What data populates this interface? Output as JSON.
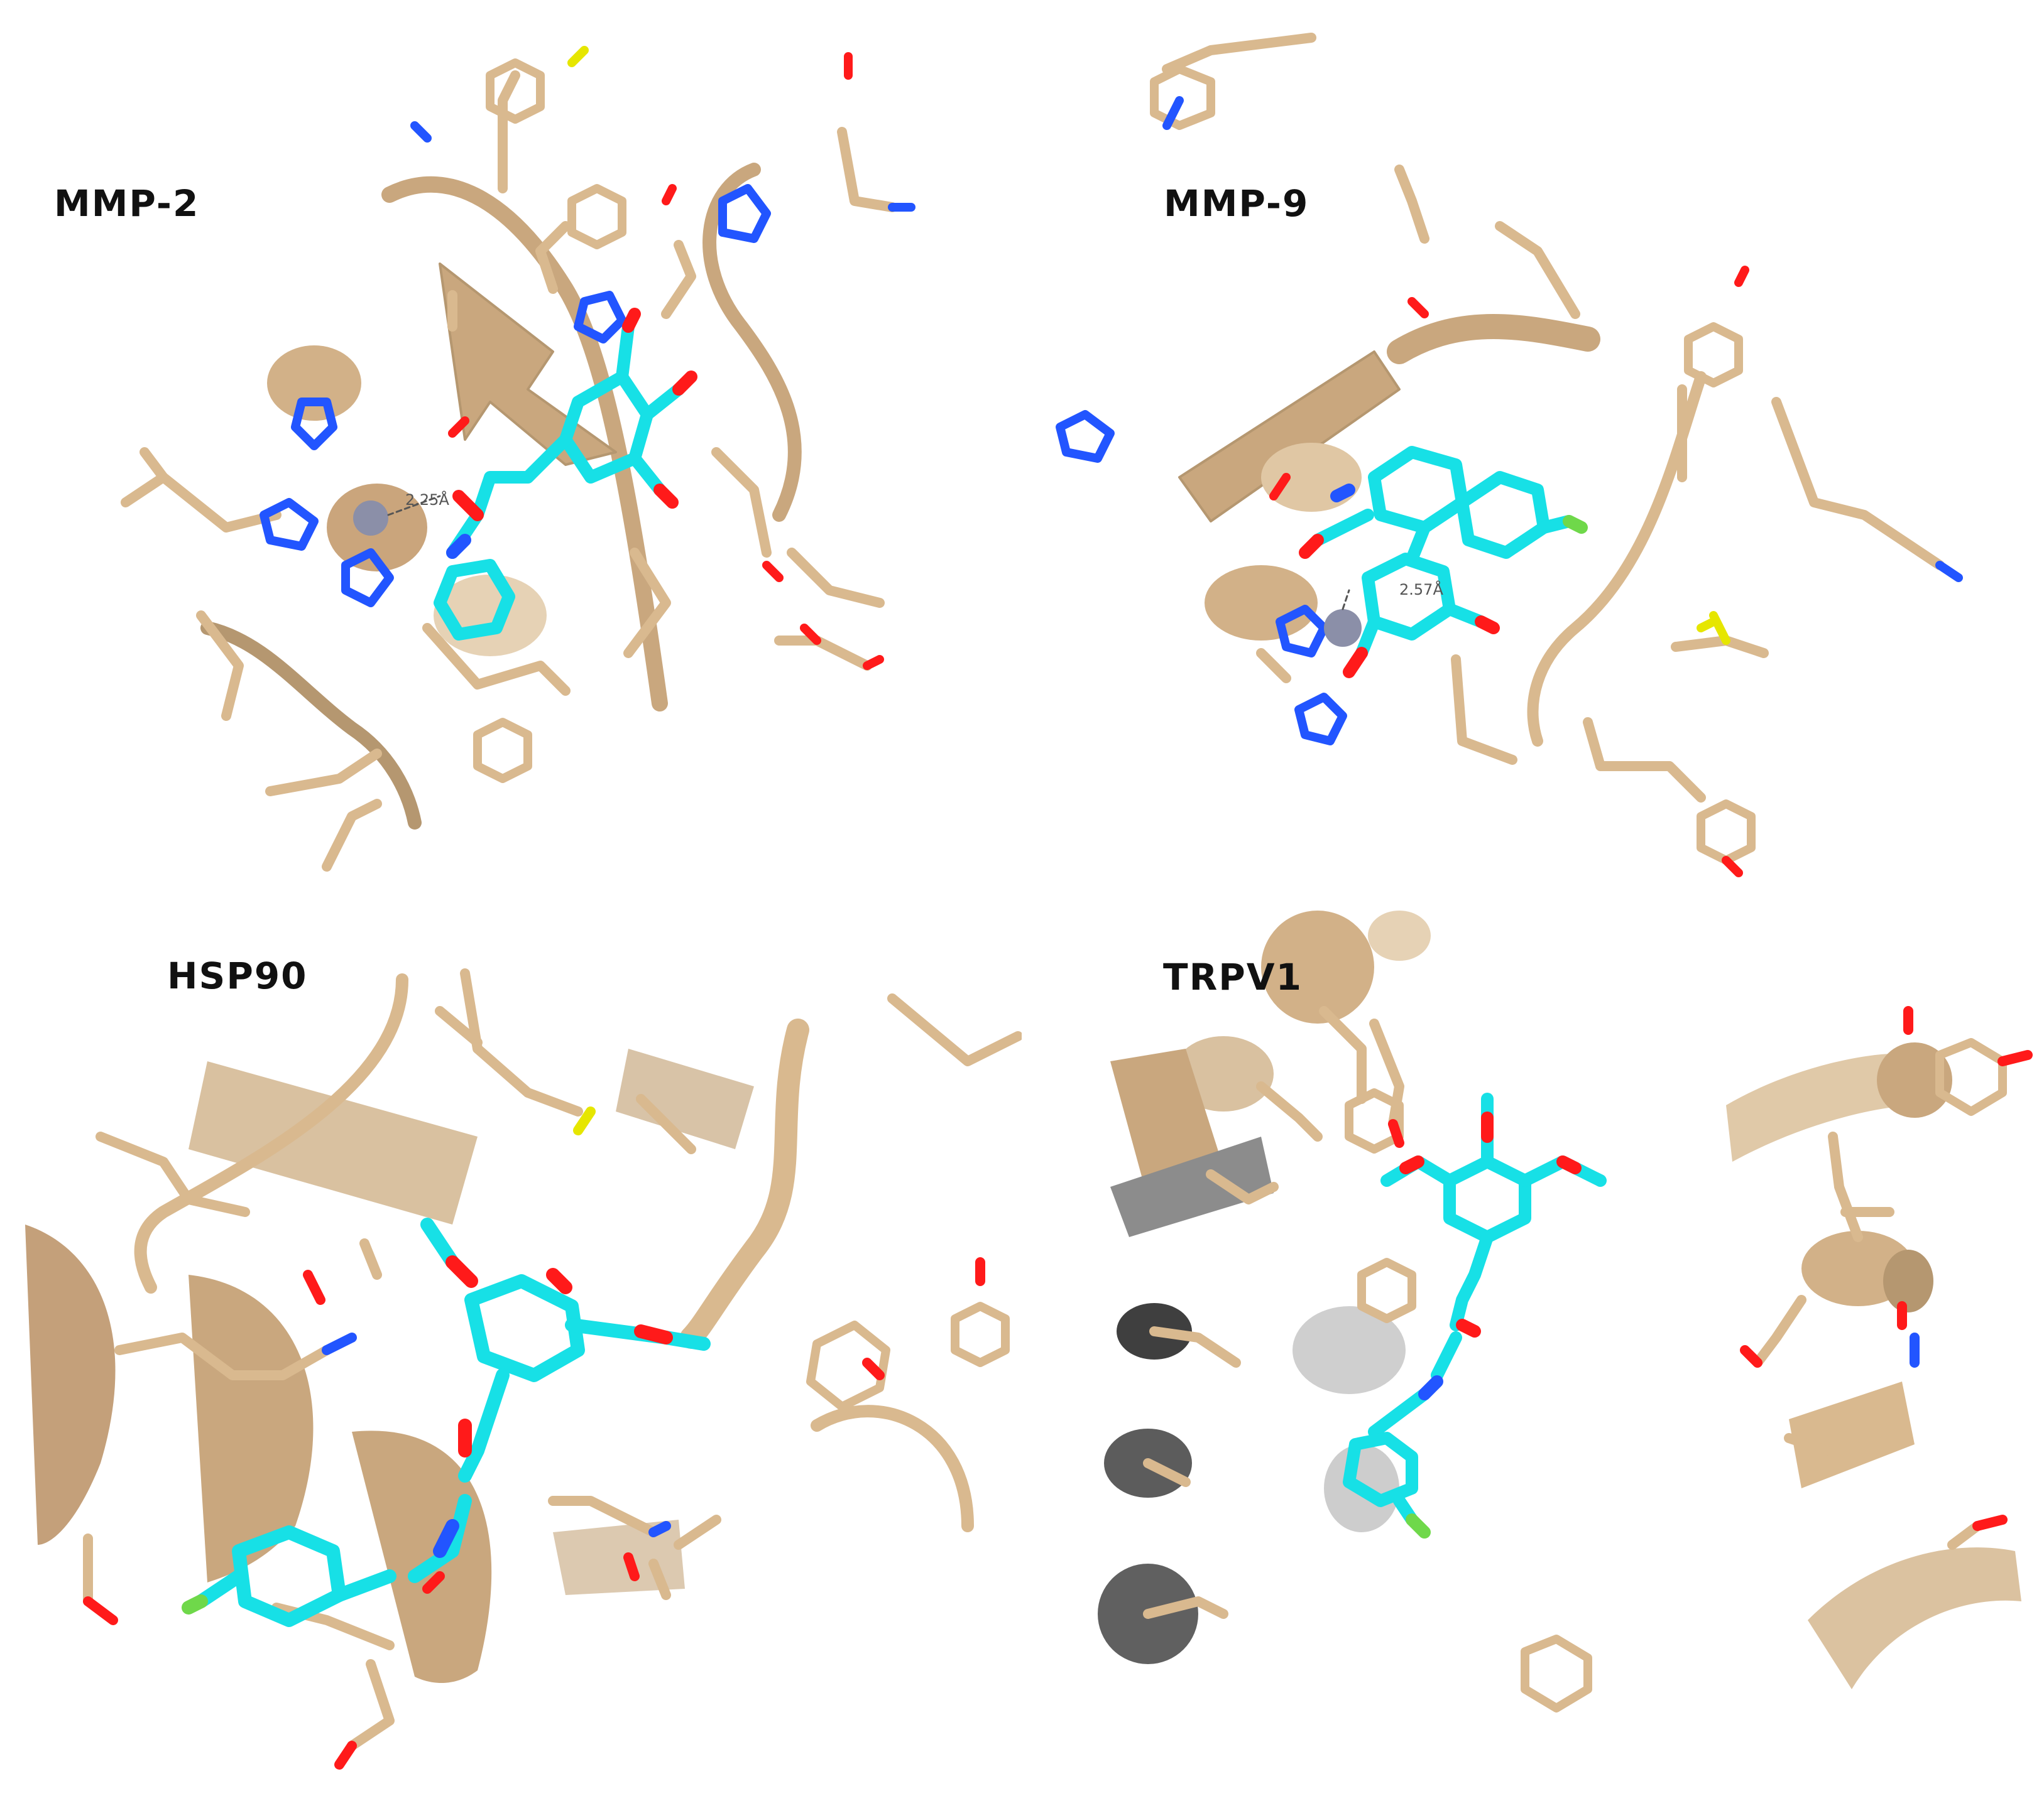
{
  "panels": [
    {
      "id": "mmp2",
      "label": "MMP-2",
      "distance": "2.25Å"
    },
    {
      "id": "mmp9",
      "label": "MMP-9",
      "distance": "2.57Å"
    },
    {
      "id": "hsp90",
      "label": "HSP90",
      "distance": ""
    },
    {
      "id": "trpv1",
      "label": "TRPV1",
      "distance": ""
    }
  ],
  "colors": {
    "protein": "#d9b98f",
    "protein_dark": "#b59770",
    "ligand": "#17e0e6",
    "oxygen": "#ff1a1a",
    "nitrogen": "#2255ff",
    "sulfur": "#e6e600",
    "chlorine": "#6fd84a",
    "zinc": "#8b8fa8",
    "grey_helix": "#7a7a7a"
  }
}
